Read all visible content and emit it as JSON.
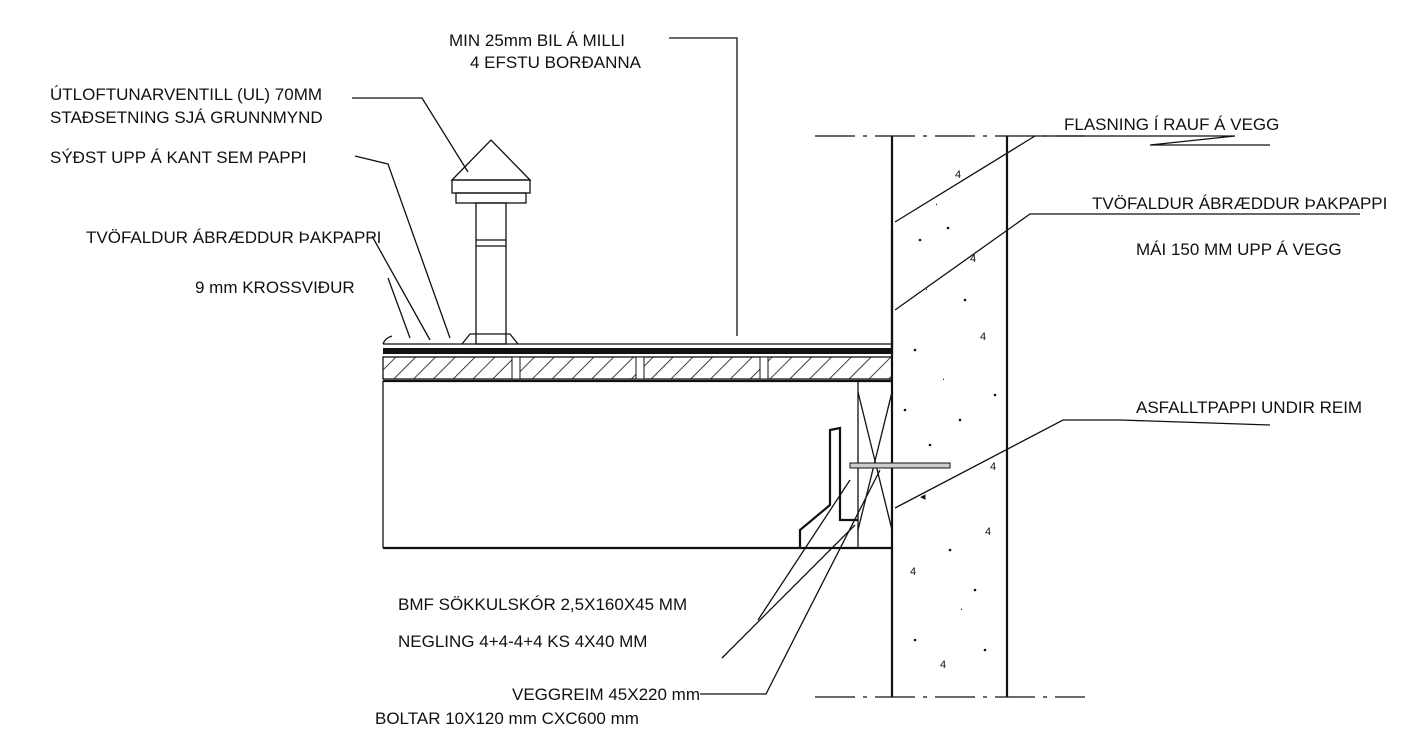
{
  "labels": {
    "min_gap_1": "MIN 25mm BIL Á MILLI",
    "min_gap_2": "4 EFSTU BORÐANNA",
    "vent_1": "ÚTLOFTUNARVENTILL (UL) 70MM",
    "vent_2": "STAÐSETNING SJÁ GRUNNMYND",
    "sydst": "SÝÐST UPP Á KANT SEM PAPPI",
    "double_left": "TVÖFALDUR ÁBRÆDDUR ÞAKPAPPI",
    "plywood": "9 mm KROSSVIÐUR",
    "flashing": "FLASNING Í RAUF Á VEGG",
    "double_right_1": "TVÖFALDUR ÁBRÆDDUR ÞAKPAPPI",
    "double_right_2": "MÁI 150 MM UPP Á VEGG",
    "asphalt": "ASFALLTPAPPI UNDIR REIM",
    "bmf": "BMF SÖKKULSKÓR 2,5X160X45 MM",
    "nailing": "NEGLING 4+4-4+4 KS 4X40 MM",
    "wall_plate": "VEGGREIM 45X220 mm",
    "bolts": "BOLTAR 10X120 mm CXC600 mm"
  }
}
